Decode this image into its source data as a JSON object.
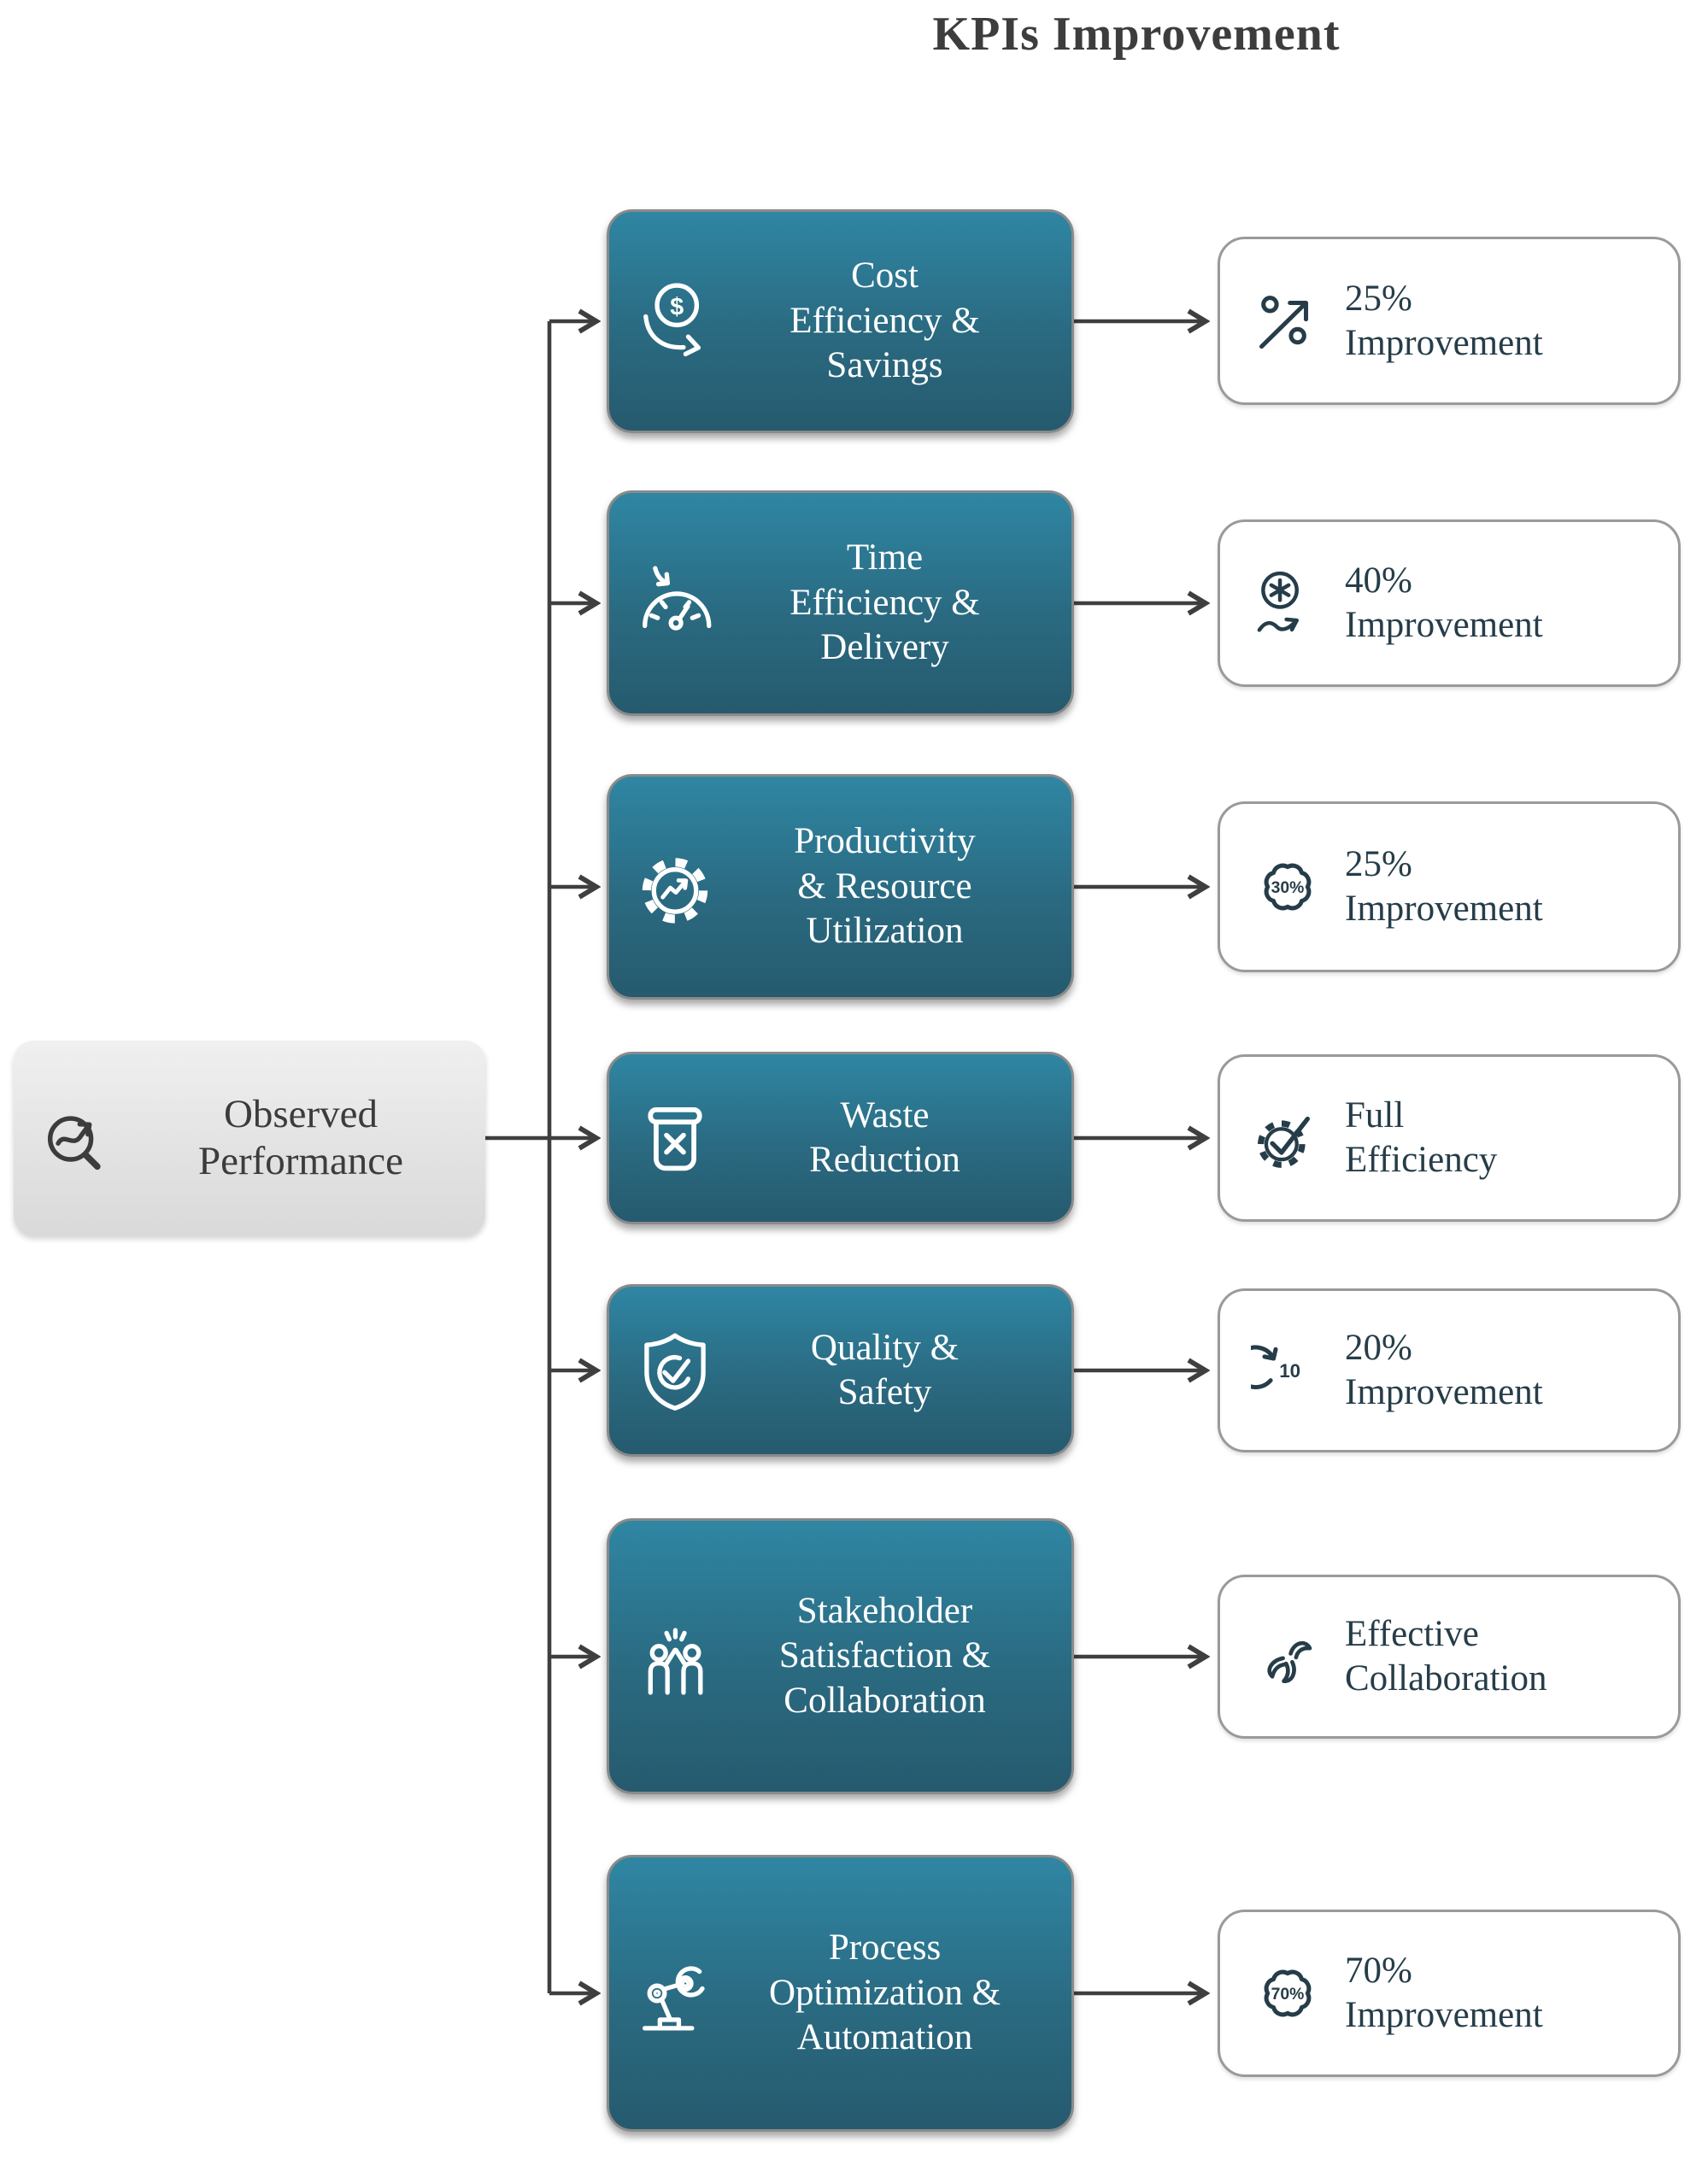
{
  "title": "KPIs Improvement",
  "colors": {
    "node_teal_top": "#2f86a3",
    "node_teal_bottom": "#265a6e",
    "result_text": "#263d49",
    "connector": "#3f3f3f",
    "source_bg": "#e6e6e6"
  },
  "source": {
    "label": "Observed\nPerformance",
    "icon": "magnifier-trend-icon"
  },
  "rows": [
    {
      "category": "Cost\nEfficiency &\nSavings",
      "category_icon": "cost-decrease-icon",
      "category_icon_text": "$",
      "result": "25%\nImprovement",
      "result_icon": "percent-up-icon"
    },
    {
      "category": "Time\nEfficiency &\nDelivery",
      "category_icon": "speedometer-decrease-icon",
      "result": "40%\nImprovement",
      "result_icon": "asterisk-growth-icon"
    },
    {
      "category": "Productivity\n& Resource\nUtilization",
      "category_icon": "gear-chart-icon",
      "result": "25%\nImprovement",
      "result_icon": "badge-30-icon",
      "result_icon_text": "30%"
    },
    {
      "category": "Waste\nReduction",
      "category_icon": "trash-x-icon",
      "result": "Full\nEfficiency",
      "result_icon": "gear-check-icon"
    },
    {
      "category": "Quality &\nSafety",
      "category_icon": "shield-check-icon",
      "result": "20%\nImprovement",
      "result_icon": "rotate-10-icon",
      "result_icon_text": "10"
    },
    {
      "category": "Stakeholder\nSatisfaction &\nCollaboration",
      "category_icon": "team-highfive-icon",
      "result": "Effective\nCollaboration",
      "result_icon": "collaboration-hands-icon"
    },
    {
      "category": "Process\nOptimization &\nAutomation",
      "category_icon": "robot-arm-icon",
      "result": "70%\nImprovement",
      "result_icon": "badge-70-icon",
      "result_icon_text": "70%"
    }
  ]
}
